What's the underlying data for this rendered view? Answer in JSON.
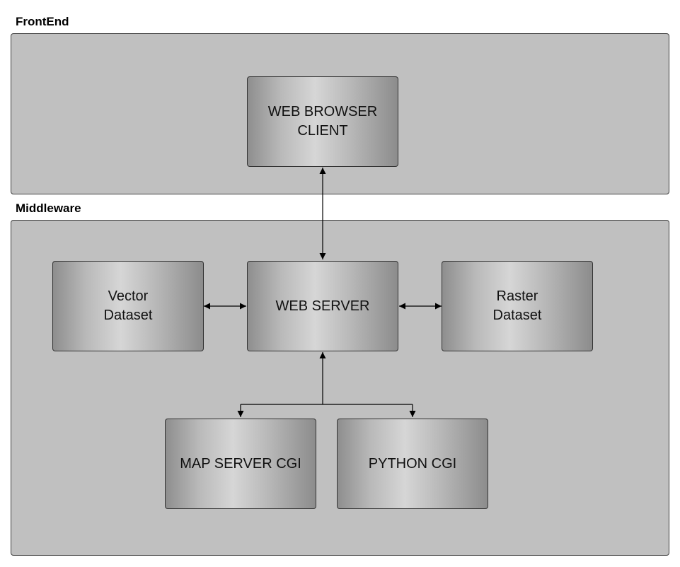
{
  "sections": {
    "frontend": {
      "label": "FrontEnd"
    },
    "middleware": {
      "label": "Middleware"
    }
  },
  "nodes": {
    "web_browser_client": {
      "label": "WEB BROWSER\nCLIENT"
    },
    "vector_dataset": {
      "label": "Vector\nDataset"
    },
    "web_server": {
      "label": "WEB SERVER"
    },
    "raster_dataset": {
      "label": "Raster\nDataset"
    },
    "map_server_cgi": {
      "label": "MAP SERVER CGI"
    },
    "python_cgi": {
      "label": "PYTHON CGI"
    }
  },
  "edges": [
    {
      "from": "web_browser_client",
      "to": "web_server",
      "direction": "both"
    },
    {
      "from": "vector_dataset",
      "to": "web_server",
      "direction": "both"
    },
    {
      "from": "web_server",
      "to": "raster_dataset",
      "direction": "both"
    },
    {
      "from": "web_server",
      "to": "map_server_cgi",
      "direction": "both"
    },
    {
      "from": "web_server",
      "to": "python_cgi",
      "direction": "both"
    }
  ],
  "colors": {
    "panel_fill": "#c0c0c0",
    "panel_border": "#404040",
    "connector": "#000000"
  }
}
